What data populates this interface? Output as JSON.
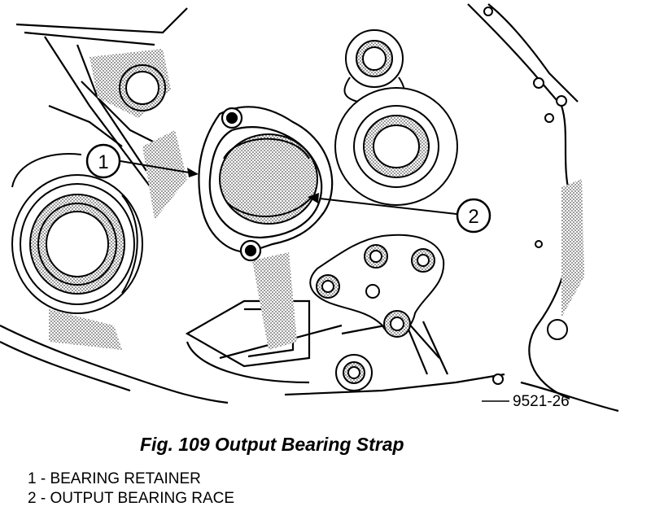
{
  "figure": {
    "caption": "Fig. 109 Output Bearing Strap",
    "drawing_number": "9521-26",
    "callouts": [
      {
        "number": "1",
        "label": "BEARING RETAINER"
      },
      {
        "number": "2",
        "label": "OUTPUT BEARING RACE"
      }
    ]
  },
  "legend": {
    "items": [
      "1 - BEARING RETAINER",
      "2 - OUTPUT BEARING RACE"
    ]
  },
  "colors": {
    "ink": "#000000",
    "paper": "#ffffff",
    "shade": "#b9b9b9"
  }
}
